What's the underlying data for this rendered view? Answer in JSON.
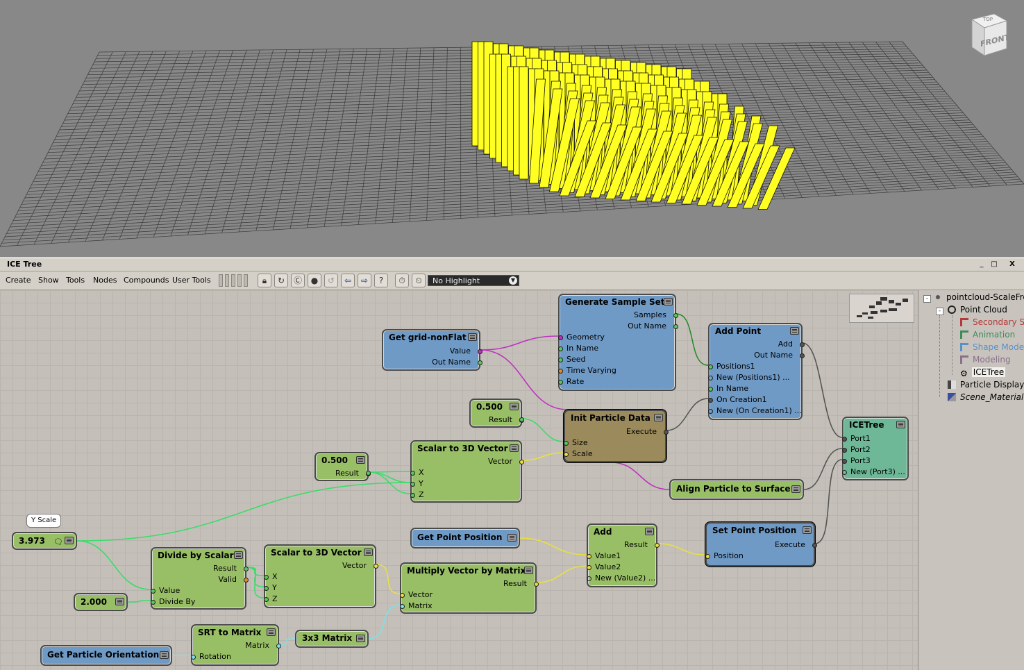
{
  "viewport": {
    "gizmo_label": "FRONT",
    "gizmo_top_label": "TOP"
  },
  "ice_window": {
    "title": "ICE Tree",
    "minimize": "_",
    "restore": "□",
    "close": "X"
  },
  "menu": {
    "items": [
      "Create",
      "Show",
      "Tools",
      "Nodes",
      "Compounds",
      "User Tools"
    ]
  },
  "toolbar": {
    "highlight_value": "No Highlight"
  },
  "nodes": {
    "get_grid": {
      "title": "Get grid-nonFlat",
      "outputs": [
        "Value",
        "Out Name"
      ]
    },
    "generate_sample_set": {
      "title": "Generate Sample Set",
      "outputs": [
        "Samples",
        "Out Name"
      ],
      "inputs": [
        "Geometry",
        "In Name",
        "Seed",
        "Time Varying",
        "Rate"
      ]
    },
    "add_point": {
      "title": "Add Point",
      "outputs": [
        "Add",
        "Out Name"
      ],
      "inputs": [
        "Positions1",
        "New (Positions1) ...",
        "In Name",
        "On Creation1",
        "New (On Creation1) ..."
      ]
    },
    "init_particle_data": {
      "title": "Init Particle Data",
      "outputs": [
        "Execute"
      ],
      "inputs": [
        "Size",
        "Scale"
      ]
    },
    "scalar_a": {
      "value": "0.500",
      "outputs": [
        "Result"
      ]
    },
    "scalar_b": {
      "value": "0.500",
      "outputs": [
        "Result"
      ]
    },
    "scalar_to_3d_a": {
      "title": "Scalar to 3D Vector",
      "outputs": [
        "Vector"
      ],
      "inputs": [
        "X",
        "Y",
        "Z"
      ]
    },
    "align_particle": {
      "title": "Align Particle to Surface"
    },
    "ice_tree": {
      "title": "ICETree",
      "inputs": [
        "Port1",
        "Port2",
        "Port3",
        "New (Port3) ..."
      ]
    },
    "yscale": {
      "value": "3.973",
      "tooltip": "Y Scale"
    },
    "scalar_c": {
      "value": "2.000"
    },
    "divide_by_scalar": {
      "title": "Divide by Scalar",
      "outputs": [
        "Result",
        "Valid"
      ],
      "inputs": [
        "Value",
        "Divide By"
      ]
    },
    "scalar_to_3d_b": {
      "title": "Scalar to 3D Vector",
      "outputs": [
        "Vector"
      ],
      "inputs": [
        "X",
        "Y",
        "Z"
      ]
    },
    "get_point_position": {
      "title": "Get Point Position"
    },
    "add": {
      "title": "Add",
      "outputs": [
        "Result"
      ],
      "inputs": [
        "Value1",
        "Value2",
        "New (Value2) ..."
      ]
    },
    "set_point_position": {
      "title": "Set Point Position",
      "outputs": [
        "Execute"
      ],
      "inputs": [
        "Position"
      ]
    },
    "multiply_vector_matrix": {
      "title": "Multiply Vector by Matrix",
      "outputs": [
        "Result"
      ],
      "inputs": [
        "Vector",
        "Matrix"
      ]
    },
    "srt_to_matrix": {
      "title": "SRT to Matrix",
      "outputs": [
        "Matrix"
      ],
      "inputs": [
        "Rotation"
      ]
    },
    "matrix_3x3": {
      "title": "3x3 Matrix"
    },
    "get_particle_orientation": {
      "title": "Get Particle Orientation"
    }
  },
  "explorer": {
    "items": [
      {
        "label": "pointcloud-ScaleFro",
        "color": "#000000",
        "icon": "object-icon"
      },
      {
        "label": "Point Cloud",
        "color": "#000000",
        "icon": "primitive-icon"
      },
      {
        "label": "Secondary S",
        "color": "#b23a3a",
        "icon": "secondary-shape-icon"
      },
      {
        "label": "Animation",
        "color": "#3f8a5a",
        "icon": "animation-icon"
      },
      {
        "label": "Shape Mode",
        "color": "#5b8fc9",
        "icon": "shape-modeling-icon"
      },
      {
        "label": "Modeling",
        "color": "#8a6f8a",
        "icon": "modeling-icon"
      },
      {
        "label": "ICETree",
        "color": "#000000",
        "icon": "gear-icon"
      },
      {
        "label": "Particle Display",
        "color": "#000000",
        "icon": "property-icon"
      },
      {
        "label": "Scene_Material",
        "color": "#000000",
        "icon": "material-icon"
      }
    ]
  },
  "colors": {
    "bars": "#ffff22",
    "bar_edge": "#111111",
    "graph_bg": "#c4c0b9",
    "node_blue": "#6f9ac6",
    "node_green": "#99bf66",
    "node_teal": "#6eb897",
    "node_tan": "#9b8b5c"
  }
}
